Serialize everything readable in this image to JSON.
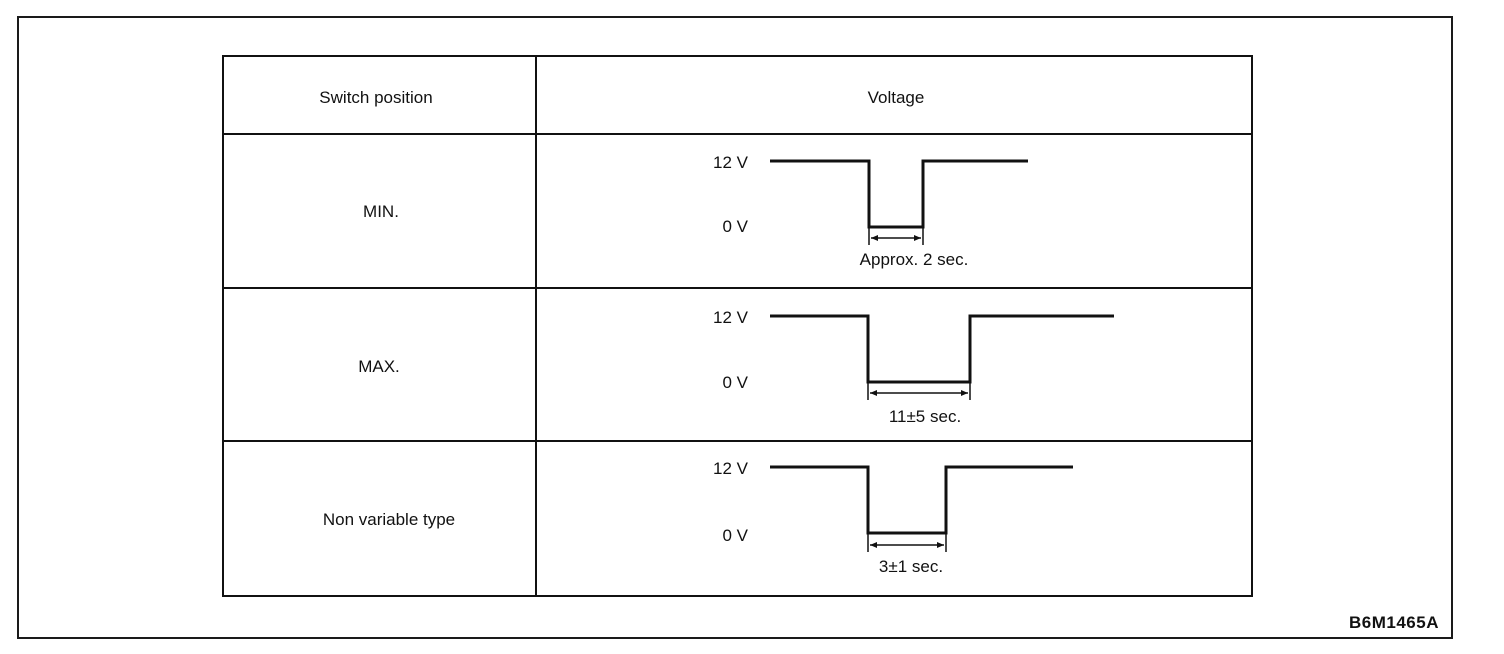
{
  "table": {
    "header": {
      "switch_position": "Switch position",
      "voltage": "Voltage"
    },
    "rows": [
      {
        "position": "MIN.",
        "high_label": "12 V",
        "low_label": "0 V",
        "duration_label": "Approx. 2 sec."
      },
      {
        "position": "MAX.",
        "high_label": "12 V",
        "low_label": "0 V",
        "duration_label": "11±5 sec."
      },
      {
        "position": "Non variable type",
        "high_label": "12 V",
        "low_label": "0 V",
        "duration_label": "3±1 sec."
      }
    ]
  },
  "reference_code": "B6M1465A"
}
